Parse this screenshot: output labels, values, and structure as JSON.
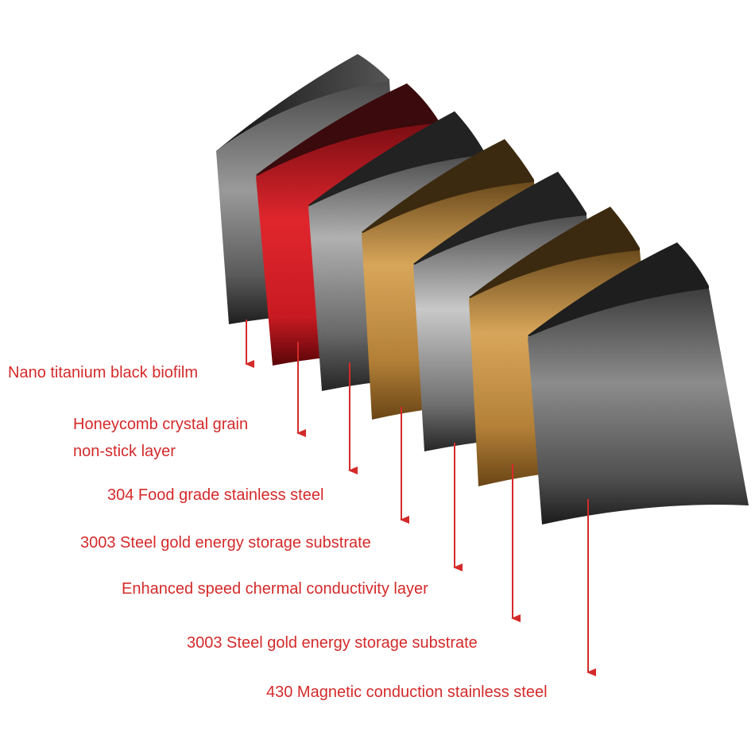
{
  "layers": [
    {
      "id": "nano-titanium",
      "label_lines": [
        "Nano titanium black biofilm"
      ],
      "material": "dark-metal"
    },
    {
      "id": "honeycomb",
      "label_lines": [
        "Honeycomb crystal grain",
        "non-stick layer"
      ],
      "material": "red"
    },
    {
      "id": "ss304",
      "label_lines": [
        "304 Food grade stainless steel"
      ],
      "material": "textured-steel"
    },
    {
      "id": "steel3003-a",
      "label_lines": [
        "3003 Steel gold energy storage substrate"
      ],
      "material": "gold"
    },
    {
      "id": "conductivity",
      "label_lines": [
        "Enhanced speed chermal conductivity layer"
      ],
      "material": "silver"
    },
    {
      "id": "steel3003-b",
      "label_lines": [
        "3003 Steel gold energy storage substrate"
      ],
      "material": "gold"
    },
    {
      "id": "ss430",
      "label_lines": [
        "430 Magnetic conduction stainless steel"
      ],
      "material": "graphite"
    }
  ],
  "colors": {
    "label_red": "#d42a2a",
    "arrow_red": "#d42a2a"
  }
}
